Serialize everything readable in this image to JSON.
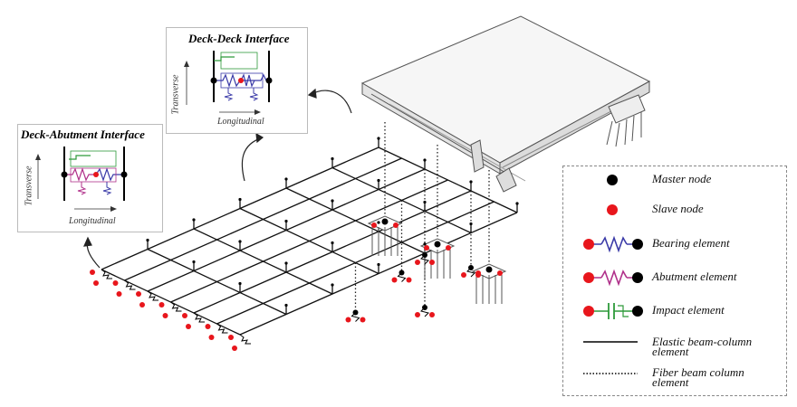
{
  "insets": {
    "deck_deck": {
      "title": "Deck-Deck Interface",
      "vertical_axis": "Transverse",
      "horizontal_axis": "Longitudinal"
    },
    "deck_abutment": {
      "title": "Deck-Abutment Interface",
      "vertical_axis": "Transverse",
      "horizontal_axis": "Longitudinal"
    }
  },
  "legend": {
    "items": [
      {
        "label": "Master node",
        "icon": "black-dot",
        "color": "#000000"
      },
      {
        "label": "Slave node",
        "icon": "red-dot",
        "color": "#e8161c"
      },
      {
        "label": "Bearing element",
        "icon": "blue-spring",
        "color": "#3b3ba8"
      },
      {
        "label": "Abutment element",
        "icon": "magenta-spring",
        "color": "#b0308a"
      },
      {
        "label": "Impact element",
        "icon": "green-gap",
        "color": "#2e9a3a"
      },
      {
        "label": "Elastic beam-column element",
        "icon": "solid-line",
        "color": "#000000"
      },
      {
        "label": "Fiber beam column element",
        "icon": "dotted-line",
        "color": "#000000"
      }
    ]
  },
  "colors": {
    "master": "#000000",
    "slave": "#e8161c",
    "bearing": "#3b3ba8",
    "abutment": "#b0308a",
    "impact": "#2e9a3a"
  }
}
